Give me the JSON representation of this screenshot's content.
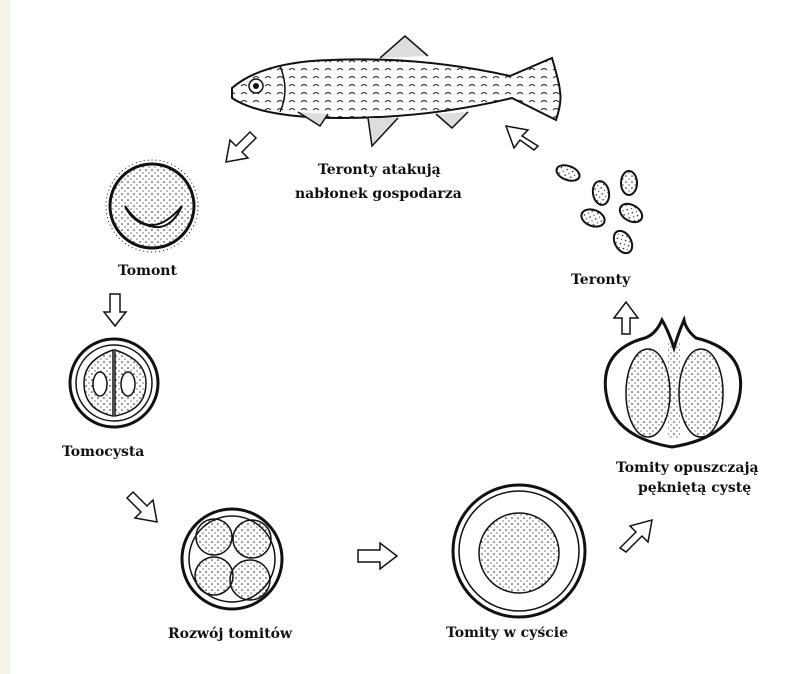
{
  "diagram": {
    "stages": {
      "attack": {
        "line1": "Teronty atakują",
        "line2": "nabłonek gospodarza"
      },
      "tomont": "Tomont",
      "tomocysta": "Tomocysta",
      "rozwoj": "Rozwój tomitów",
      "cysta": "Tomity w cyście",
      "opuszczaja": {
        "line1": "Tomity opuszczają",
        "line2": "pękniętą cystę"
      },
      "teronty": "Teronty"
    },
    "colors": {
      "background": "#f6f4e6",
      "panel": "#ffffff",
      "ink": "#111111"
    }
  }
}
